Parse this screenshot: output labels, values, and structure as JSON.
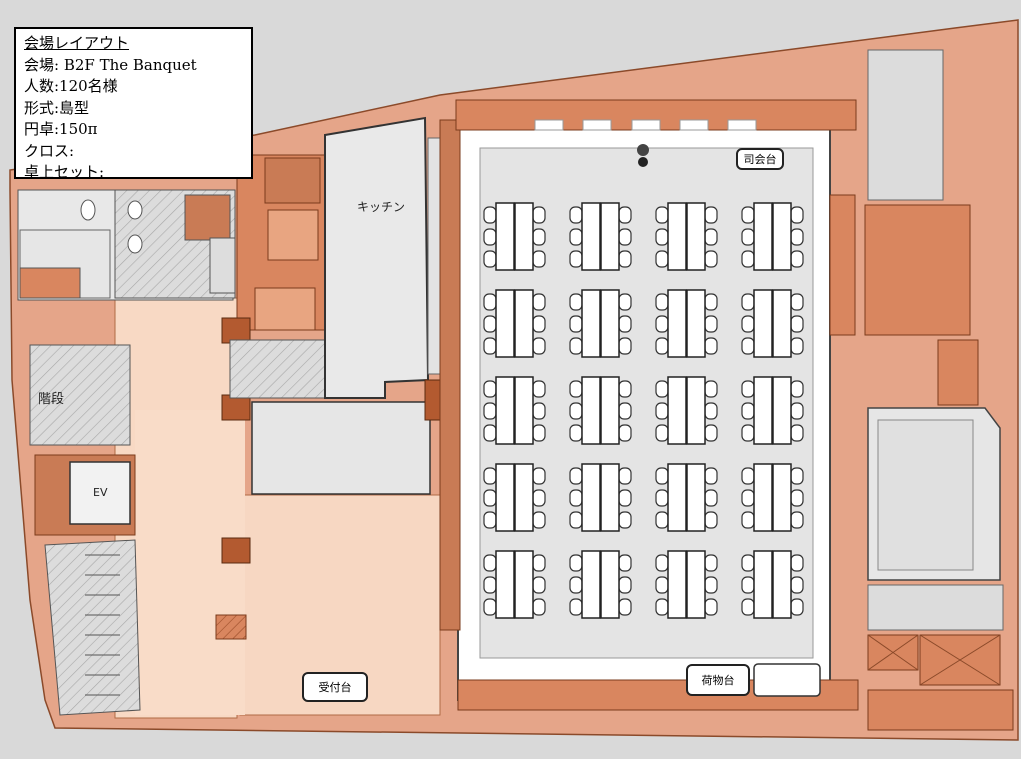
{
  "info": {
    "title": "会場レイアウト",
    "lines": [
      "会場: B2F The Banquet",
      "人数:120名様",
      "形式:島型",
      "円卓:150π",
      "クロス:",
      "卓上セット:"
    ]
  },
  "rooms": {
    "kitchen": "キッチン",
    "stairs": "階段",
    "elevator": "EV",
    "mc_stand": "司会台",
    "reception": "受付台",
    "luggage": "荷物台"
  },
  "layout": {
    "table_rows": 5,
    "table_cols": 4
  },
  "colors": {
    "wall": "#e5a589",
    "wall_dark": "#c97b55",
    "room_light": "#f8d9c4",
    "hall_floor": "#e4e4e4",
    "accent": "#8b4513"
  }
}
